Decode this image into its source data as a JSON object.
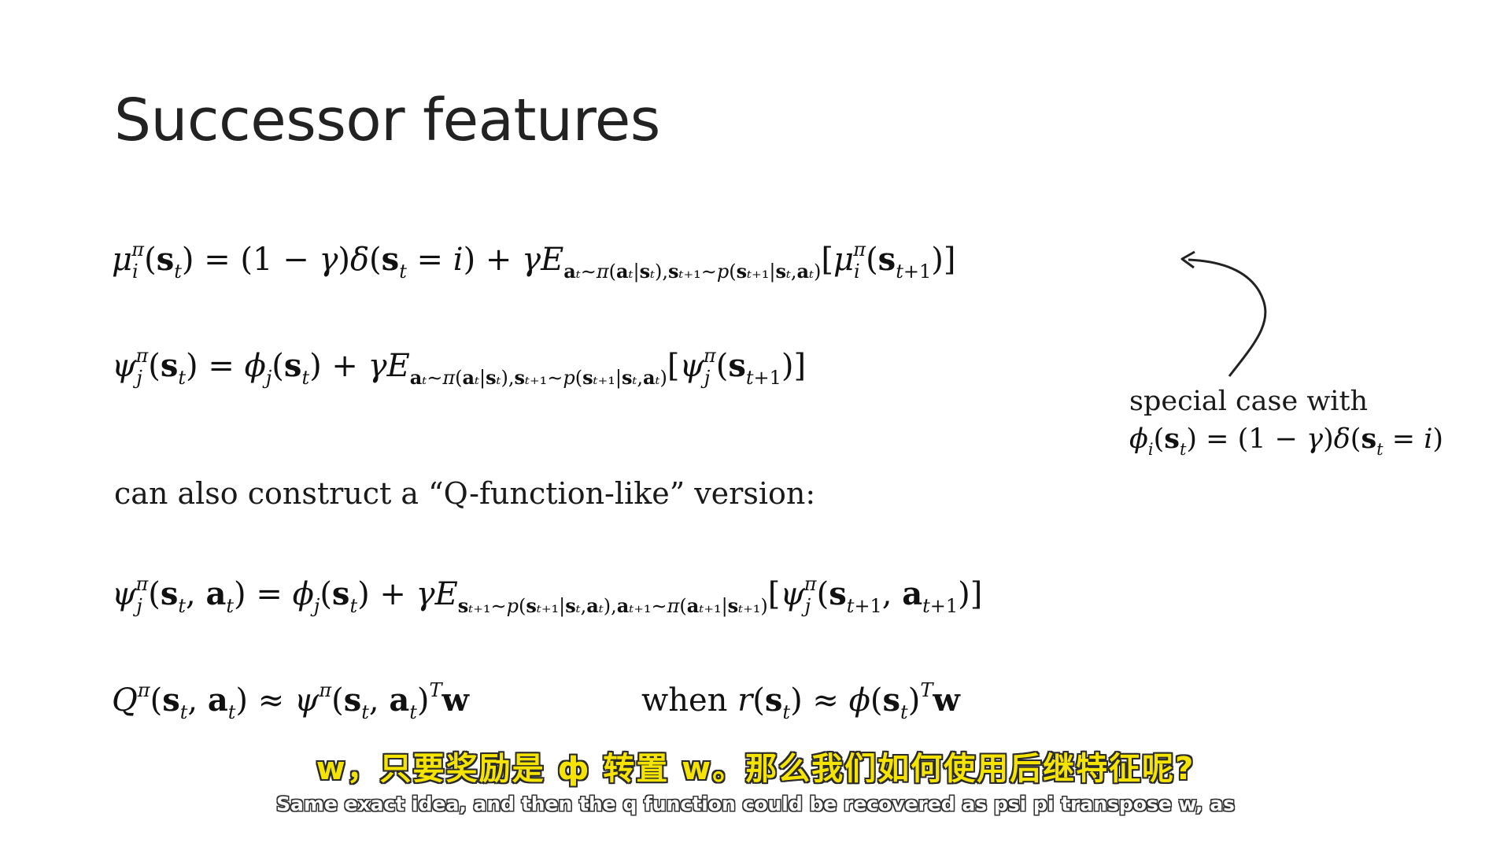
{
  "slide": {
    "title": "Successor features",
    "equations": {
      "mu_recursion": "μᵢ^π(sₜ) = (1 − γ)δ(sₜ = i) + γE_{aₜ∼π(aₜ|sₜ),sₜ₊₁∼p(sₜ₊₁|sₜ,aₜ)}[μᵢ^π(sₜ₊₁)]",
      "psi_recursion": "ψⱼ^π(sₜ) = ϕⱼ(sₜ) + γE_{aₜ∼π(aₜ|sₜ),sₜ₊₁∼p(sₜ₊₁|sₜ,aₜ)}[ψⱼ^π(sₜ₊₁)]",
      "psi_q_recursion": "ψⱼ^π(sₜ,aₜ) = ϕⱼ(sₜ) + γE_{sₜ₊₁∼p(sₜ₊₁|sₜ,aₜ),aₜ₊₁∼π(aₜ₊₁|sₜ₊₁)}[ψⱼ^π(sₜ₊₁,aₜ₊₁)]",
      "q_approx": "Q^π(sₜ,aₜ) ≈ ψ^π(sₜ,aₜ)ᵀw",
      "when_condition": "when r(sₜ) ≈ ϕ(sₜ)ᵀw"
    },
    "construct_text": "can also construct a “Q-function-like” version:",
    "annotation": {
      "line1": "special case with",
      "line2": "ϕᵢ(sₜ) = (1 − γ)δ(sₜ = i)"
    }
  },
  "subtitles": {
    "chinese": "w，只要奖励是 ф 转置 w。那么我们如何使用后继特征呢?",
    "english": "Same exact idea, and then the q function could be recovered as psi pi transpose w, as"
  }
}
